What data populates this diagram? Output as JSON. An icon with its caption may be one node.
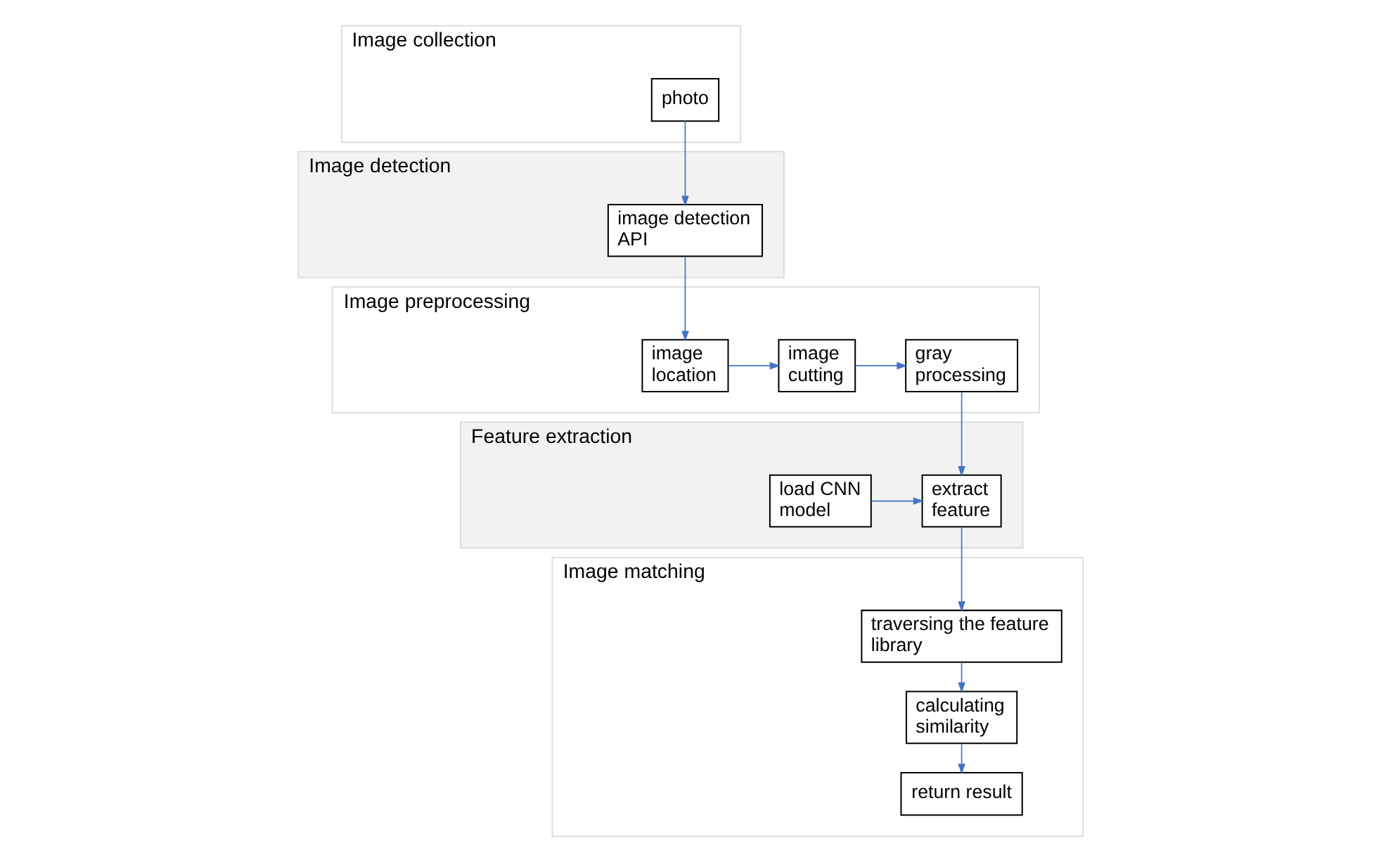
{
  "diagram": {
    "nodes": [
      {
        "text": [
          "Image collection"
        ]
      },
      {
        "text": [
          "photo"
        ],
        "in": 0
      },
      {
        "text": [
          "Image detection"
        ]
      },
      {
        "text": [
          "image detection API"
        ],
        "in": 2
      },
      {
        "text": [
          "Image preprocessing"
        ]
      },
      {
        "text": [
          "image location"
        ],
        "in": 4
      },
      {
        "text": [
          "image cutting"
        ],
        "in": 4
      },
      {
        "text": [
          "gray processing"
        ],
        "in": 4
      },
      {
        "text": [
          "Feature extraction"
        ]
      },
      {
        "text": [
          "load CNN model"
        ],
        "in": 8
      },
      {
        "text": [
          "extract feature"
        ],
        "in": 8
      },
      {
        "text": [
          "Image matching"
        ]
      },
      {
        "text": [
          "traversing the feature library"
        ],
        "in": 11
      },
      {
        "text": [
          "calculating similarity"
        ],
        "in": 11
      },
      {
        "text": [
          "return result"
        ],
        "in": 11
      }
    ],
    "edges": [
      {
        "from": 1,
        "to": 3,
        "arrow": "to"
      },
      {
        "from": 3,
        "to": 5,
        "arrow": "to"
      },
      {
        "from": 5,
        "to": 6,
        "arrow": "to"
      },
      {
        "from": 6,
        "to": 7,
        "arrow": "to"
      },
      {
        "from": 7,
        "to": 10,
        "arrow": "to"
      },
      {
        "from": 9,
        "to": 10,
        "arrow": "to"
      },
      {
        "from": 10,
        "to": 12,
        "arrow": "to"
      },
      {
        "from": 12,
        "to": 13,
        "arrow": "to"
      },
      {
        "from": 13,
        "to": 14,
        "arrow": "to"
      }
    ]
  }
}
